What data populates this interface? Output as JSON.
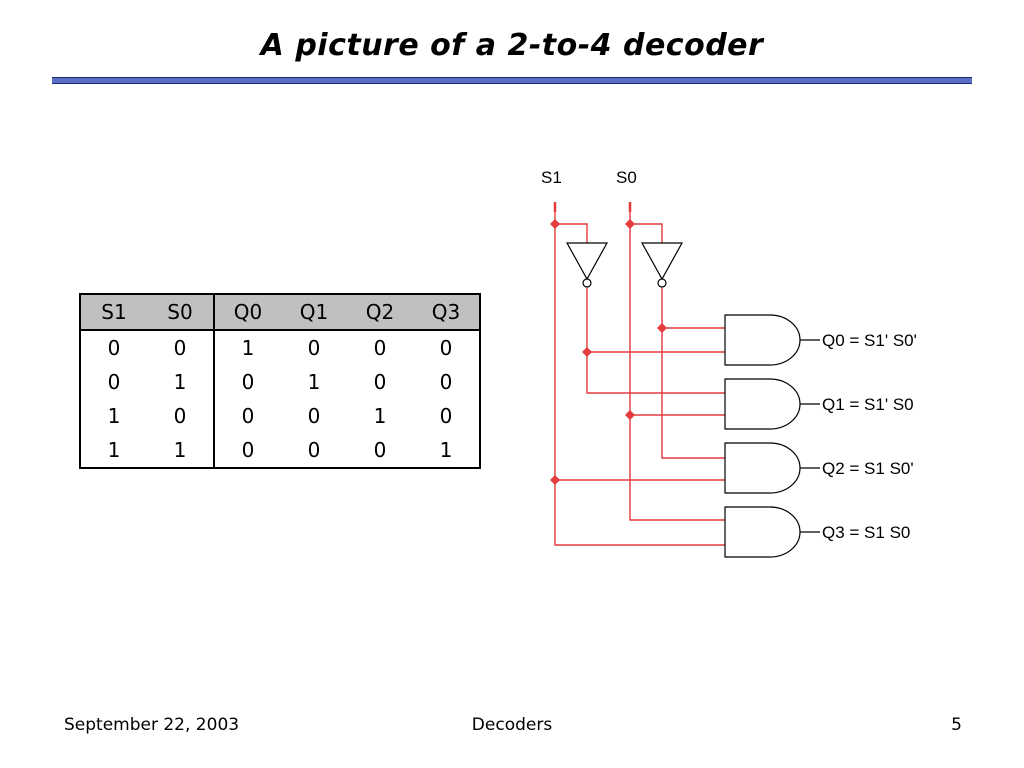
{
  "slide": {
    "title": "A picture of a 2-to-4 decoder",
    "accent_color": "#5a6fc4",
    "wire_color": "#e33b3b"
  },
  "truth_table": {
    "headers": [
      "S1",
      "S0",
      "Q0",
      "Q1",
      "Q2",
      "Q3"
    ],
    "rows": [
      [
        "0",
        "0",
        "1",
        "0",
        "0",
        "0"
      ],
      [
        "0",
        "1",
        "0",
        "1",
        "0",
        "0"
      ],
      [
        "1",
        "0",
        "0",
        "0",
        "1",
        "0"
      ],
      [
        "1",
        "1",
        "0",
        "0",
        "0",
        "1"
      ]
    ]
  },
  "circuit": {
    "input_s1": "S1",
    "input_s0": "S0",
    "outputs": [
      "Q0 = S1' S0'",
      "Q1 = S1' S0",
      "Q2 = S1 S0'",
      "Q3 = S1 S0"
    ]
  },
  "footer": {
    "date": "September 22, 2003",
    "topic": "Decoders",
    "page": "5"
  }
}
